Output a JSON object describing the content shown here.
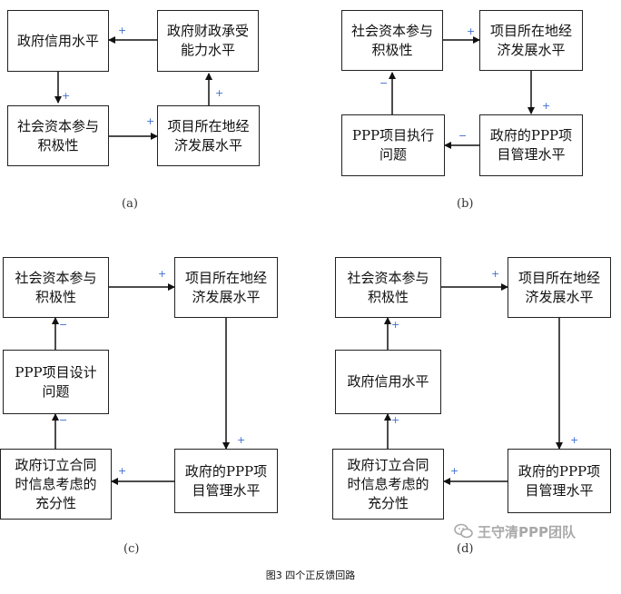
{
  "figure": {
    "caption": "图3 四个正反馈回路",
    "watermark": "王守清PPP团队",
    "watermark_icon": "wechat-icon"
  },
  "panels": {
    "a": {
      "label": "(a)",
      "nodes": {
        "gov_credit": "政府信用水平",
        "gov_fiscal": "政府财政承受\n能力水平",
        "social_capital": "社会资本参与\n积极性",
        "local_econ": "项目所在地经\n济发展水平"
      },
      "signs": {
        "fiscal_to_credit": "+",
        "credit_to_capital": "+",
        "capital_to_econ": "+",
        "econ_to_fiscal": "+"
      }
    },
    "b": {
      "label": "(b)",
      "nodes": {
        "social_capital": "社会资本参与\n积极性",
        "local_econ": "项目所在地经\n济发展水平",
        "ppp_exec": "PPP项目执行\n问题",
        "ppp_mgmt": "政府的PPP项\n目管理水平"
      },
      "signs": {
        "capital_to_econ": "+",
        "econ_to_mgmt": "+",
        "mgmt_to_exec": "−",
        "exec_to_capital": "−"
      }
    },
    "c": {
      "label": "(c)",
      "nodes": {
        "social_capital": "社会资本参与\n积极性",
        "local_econ": "项目所在地经\n济发展水平",
        "ppp_design": "PPP项目设计\n问题",
        "info_consider": "政府订立合同\n时信息考虑的\n充分性",
        "ppp_mgmt": "政府的PPP项\n目管理水平"
      },
      "signs": {
        "capital_to_econ": "+",
        "econ_to_mgmt": "+",
        "mgmt_to_info": "+",
        "info_to_design": "−",
        "design_to_capital": "−"
      }
    },
    "d": {
      "label": "(d)",
      "nodes": {
        "social_capital": "社会资本参与\n积极性",
        "local_econ": "项目所在地经\n济发展水平",
        "gov_credit": "政府信用水平",
        "info_consider": "政府订立合同\n时信息考虑的\n充分性",
        "ppp_mgmt": "政府的PPP项\n目管理水平"
      },
      "signs": {
        "capital_to_econ": "+",
        "econ_to_mgmt": "+",
        "mgmt_to_info": "+",
        "info_to_credit": "+",
        "credit_to_capital": "+"
      }
    }
  }
}
